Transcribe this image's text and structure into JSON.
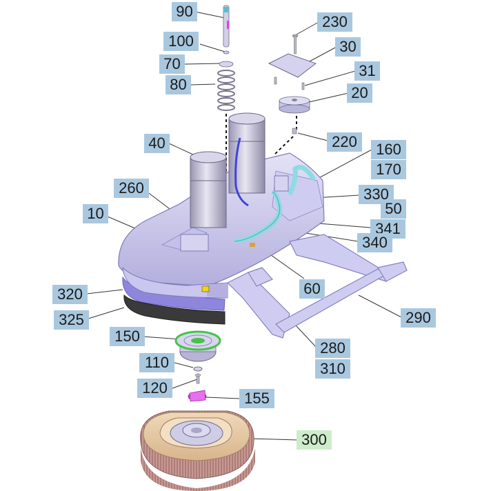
{
  "labels": [
    {
      "id": "90",
      "text": "90"
    },
    {
      "id": "100",
      "text": "100"
    },
    {
      "id": "70",
      "text": "70"
    },
    {
      "id": "80",
      "text": "80"
    },
    {
      "id": "230",
      "text": "230"
    },
    {
      "id": "30",
      "text": "30"
    },
    {
      "id": "31",
      "text": "31"
    },
    {
      "id": "20",
      "text": "20"
    },
    {
      "id": "220",
      "text": "220"
    },
    {
      "id": "40",
      "text": "40"
    },
    {
      "id": "160",
      "text": "160"
    },
    {
      "id": "170",
      "text": "170"
    },
    {
      "id": "260",
      "text": "260"
    },
    {
      "id": "330",
      "text": "330"
    },
    {
      "id": "50",
      "text": "50"
    },
    {
      "id": "10",
      "text": "10"
    },
    {
      "id": "341",
      "text": "341"
    },
    {
      "id": "340",
      "text": "340"
    },
    {
      "id": "60",
      "text": "60"
    },
    {
      "id": "320",
      "text": "320"
    },
    {
      "id": "325",
      "text": "325"
    },
    {
      "id": "290",
      "text": "290"
    },
    {
      "id": "150",
      "text": "150"
    },
    {
      "id": "280",
      "text": "280"
    },
    {
      "id": "310",
      "text": "310"
    },
    {
      "id": "110",
      "text": "110"
    },
    {
      "id": "120",
      "text": "120"
    },
    {
      "id": "155",
      "text": "155"
    },
    {
      "id": "300",
      "text": "300"
    }
  ],
  "highlighted_part": "300",
  "colors": {
    "label_bg": "#a9c8df",
    "label_highlight_bg": "#cdeccb",
    "housing": "#d4d2ee",
    "housing_shade": "#b9b6e4",
    "accent_magenta": "#e040e8",
    "accent_green": "#46c24a",
    "brush_bristles": "#b7837e",
    "brush_plate": "#e6c9a4"
  }
}
